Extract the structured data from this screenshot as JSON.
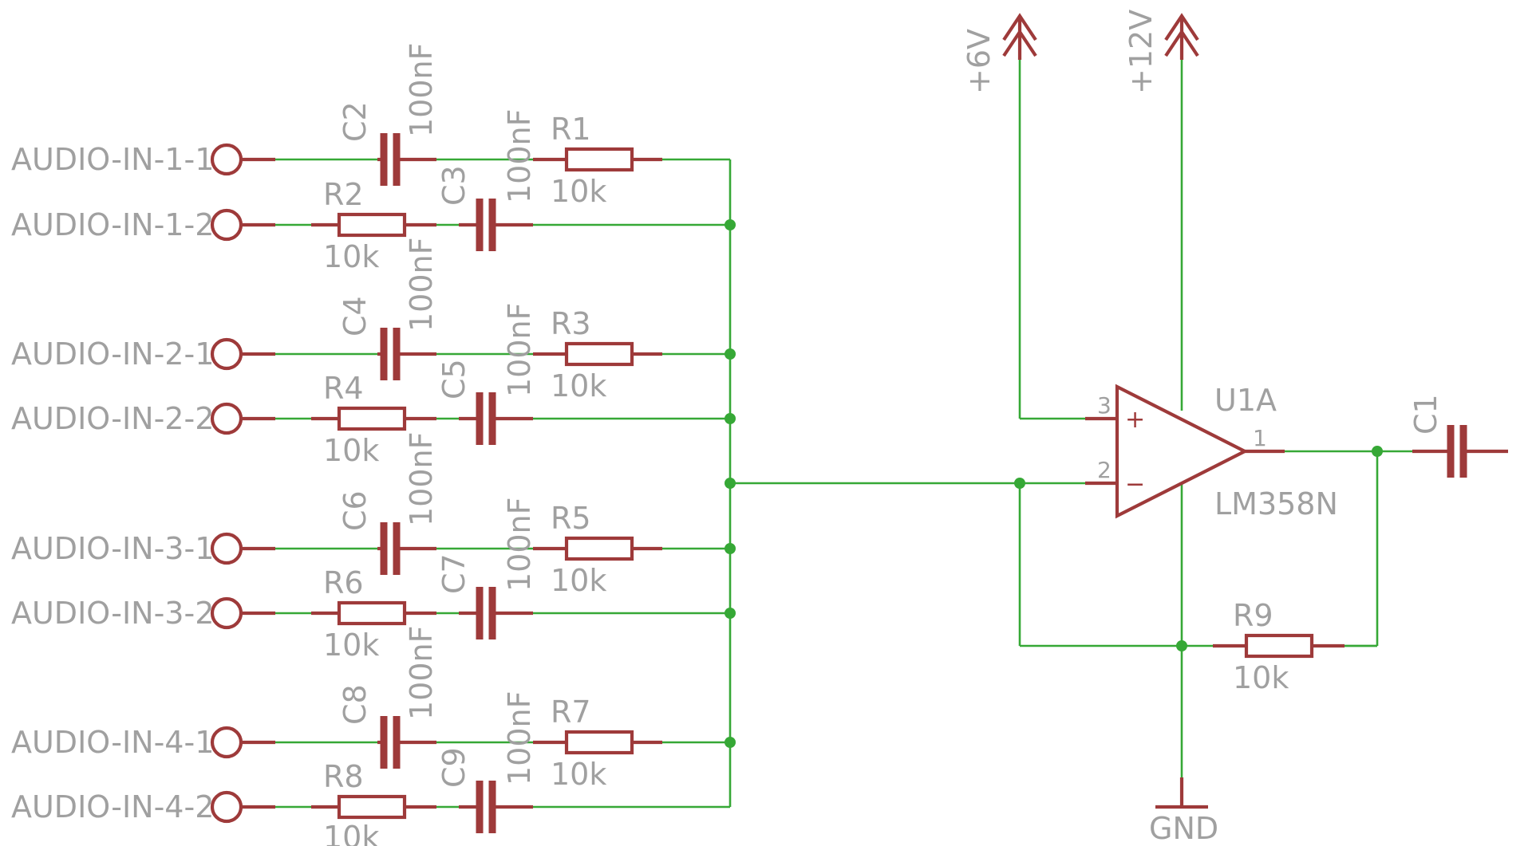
{
  "inputs": [
    {
      "label": "AUDIO-IN-1-1"
    },
    {
      "label": "AUDIO-IN-1-2"
    },
    {
      "label": "AUDIO-IN-2-1"
    },
    {
      "label": "AUDIO-IN-2-2"
    },
    {
      "label": "AUDIO-IN-3-1"
    },
    {
      "label": "AUDIO-IN-3-2"
    },
    {
      "label": "AUDIO-IN-4-1"
    },
    {
      "label": "AUDIO-IN-4-2"
    }
  ],
  "channels": [
    {
      "cap_a": "C2",
      "cap_a_value": "100nF",
      "res_a": "R1",
      "res_a_value": "10k",
      "res_b": "R2",
      "res_b_value": "10k",
      "cap_b": "C3",
      "cap_b_value": "100nF"
    },
    {
      "cap_a": "C4",
      "cap_a_value": "100nF",
      "res_a": "R3",
      "res_a_value": "10k",
      "res_b": "R4",
      "res_b_value": "10k",
      "cap_b": "C5",
      "cap_b_value": "100nF"
    },
    {
      "cap_a": "C6",
      "cap_a_value": "100nF",
      "res_a": "R5",
      "res_a_value": "10k",
      "res_b": "R6",
      "res_b_value": "10k",
      "cap_b": "C7",
      "cap_b_value": "100nF"
    },
    {
      "cap_a": "C8",
      "cap_a_value": "100nF",
      "res_a": "R7",
      "res_a_value": "10k",
      "res_b": "R8",
      "res_b_value": "10k",
      "cap_b": "C9",
      "cap_b_value": "100nF"
    }
  ],
  "supplies": {
    "v6": "+6V",
    "v12": "+12V",
    "gnd": "GND"
  },
  "opamp": {
    "name": "U1A",
    "part": "LM358N",
    "pin_plus": "3",
    "pin_minus": "2",
    "pin_out": "1",
    "plus_sign": "+",
    "minus_sign": "−"
  },
  "feedback": {
    "name": "R9",
    "value": "10k"
  },
  "output_cap": {
    "name": "C1"
  },
  "colors": {
    "wire": "#36a836",
    "component": "#9e3a3a",
    "label": "#a0a0a0"
  }
}
